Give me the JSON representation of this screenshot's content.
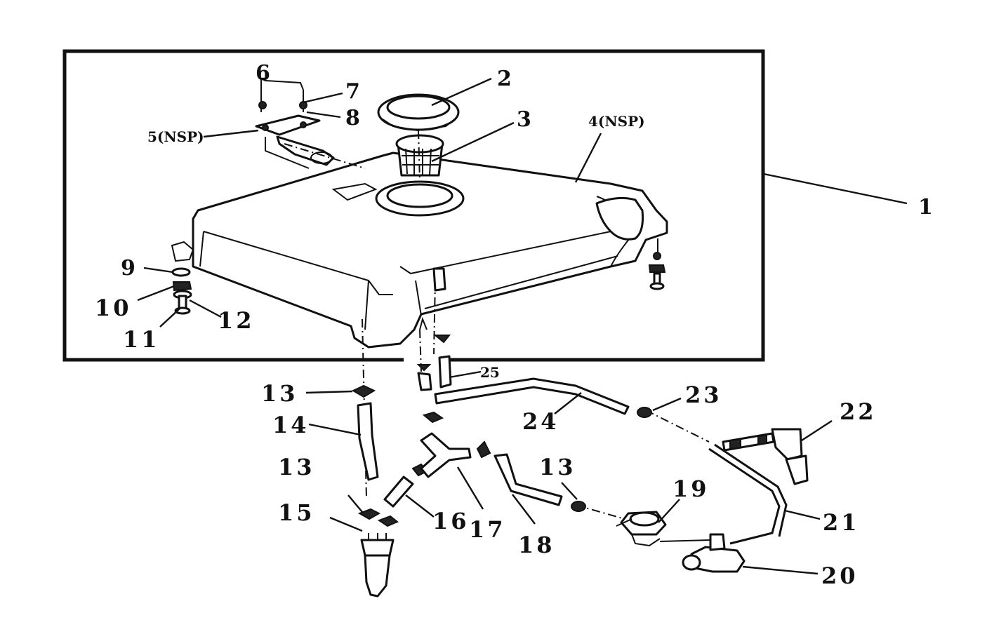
{
  "labels": {
    "p1": "1",
    "p2": "2",
    "p3": "3",
    "p4": "4(NSP)",
    "p5": "5(NSP)",
    "p6": "6",
    "p7": "7",
    "p8": "8",
    "p9": "9",
    "p10": "10",
    "p11": "11",
    "p12": "12",
    "p13a": "13",
    "p13b": "13",
    "p13c": "13",
    "p14": "14",
    "p15": "15",
    "p16": "16",
    "p17": "17",
    "p18": "18",
    "p19": "19",
    "p20": "20",
    "p21": "21",
    "p22": "22",
    "p23": "23",
    "p24": "24",
    "p25": "25"
  }
}
